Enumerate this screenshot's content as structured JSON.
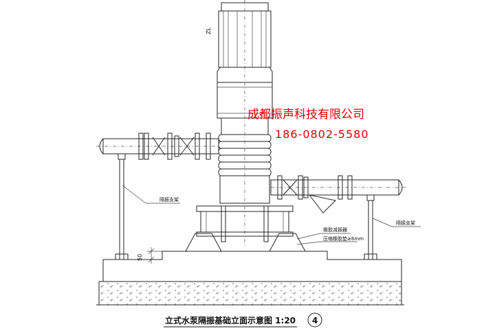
{
  "company": {
    "name": "成都振声科技有限公司",
    "phone": "186-0802-5580"
  },
  "labels": {
    "support_left": "隔振支架",
    "support_right": "隔振支架",
    "damper": "橡胶减振器",
    "pad": "压缩橡胶垫≥6mm",
    "dim_50": "50",
    "motor_mark": "ZL"
  },
  "title": {
    "text": "立式水泵隔振基础立面示意图 1:20",
    "number": "4"
  }
}
